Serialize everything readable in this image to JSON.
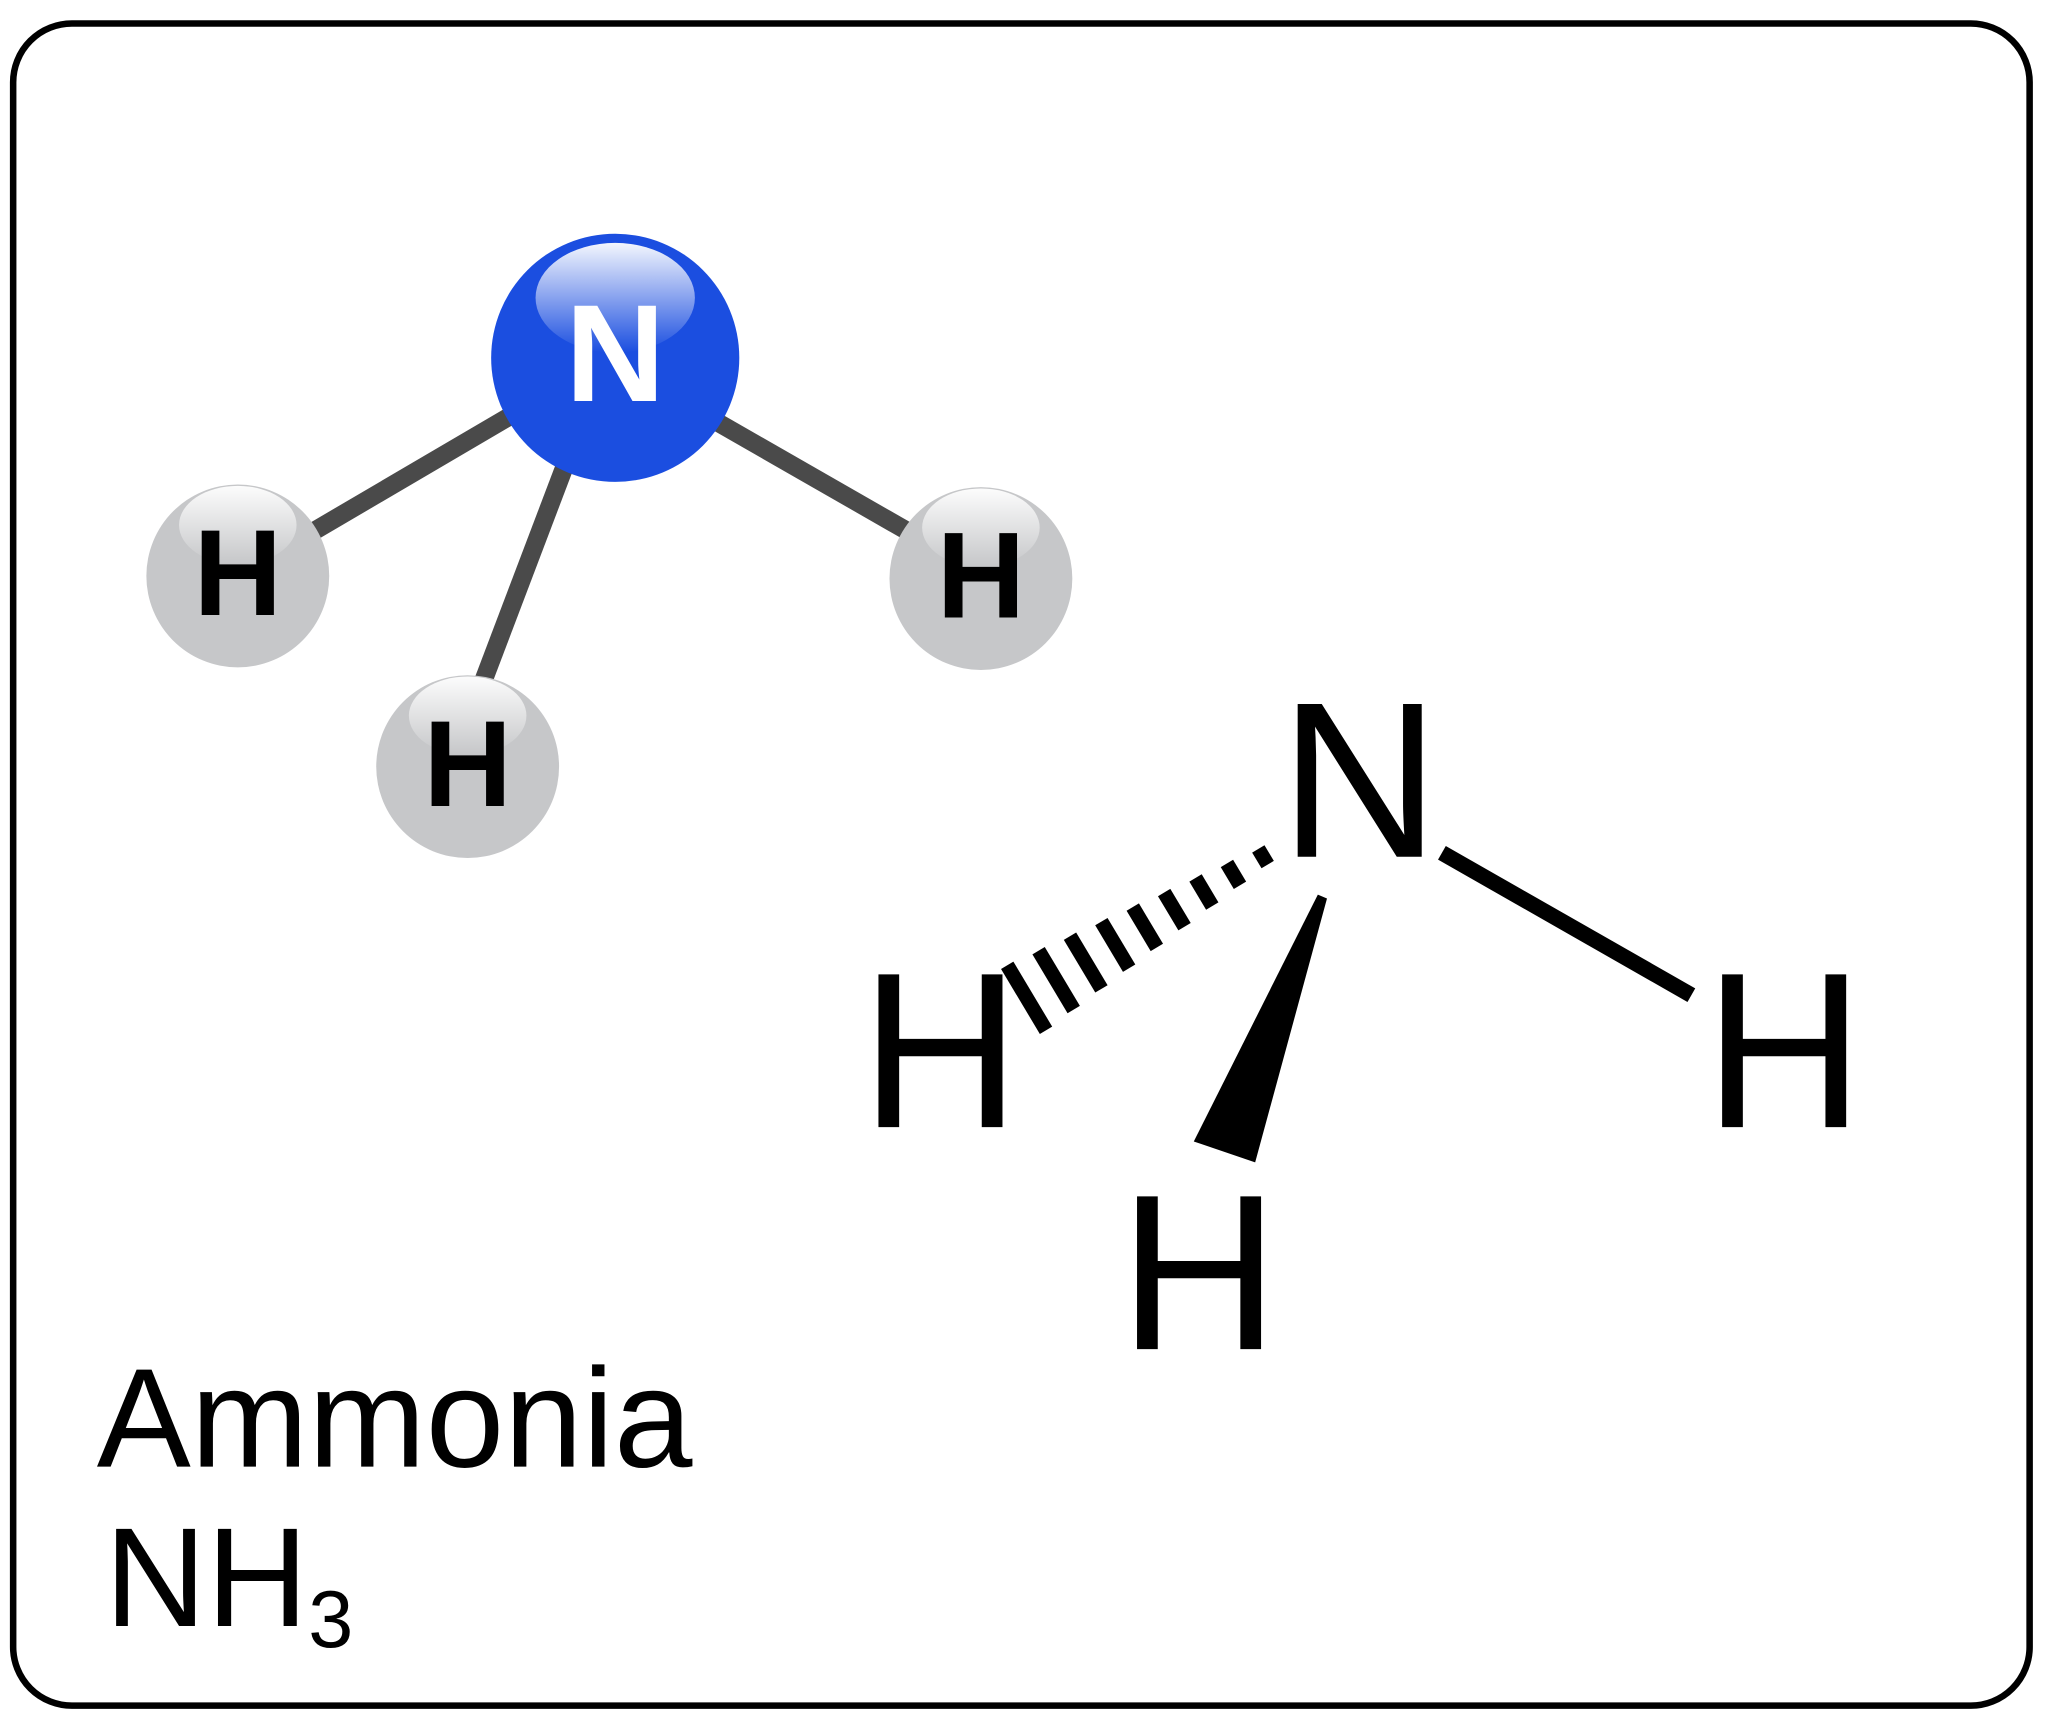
{
  "ball_model": {
    "central_atom": "N",
    "hydrogens": [
      "H",
      "H",
      "H"
    ],
    "colors": {
      "nitrogen": "#1b4ee0",
      "hydrogen": "#c6c7c9",
      "bond": "#4a4a4a"
    }
  },
  "structural_formula": {
    "central_atom": "N",
    "hydrogen_hashed": "H",
    "hydrogen_wedge": "H",
    "hydrogen_plain": "H"
  },
  "caption": {
    "name": "Ammonia",
    "formula_main": "NH",
    "formula_subscript": "3"
  }
}
